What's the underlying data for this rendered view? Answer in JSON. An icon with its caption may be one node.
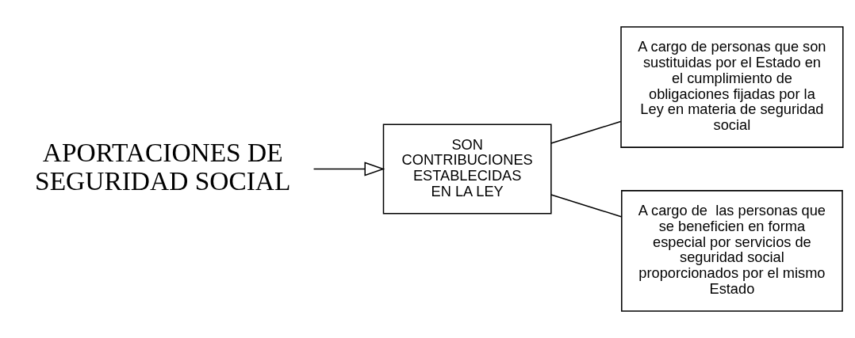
{
  "diagram": {
    "nodes": [
      {
        "text": [
          "APORTACIONES DE SEGURIDAD SOCIAL"
        ]
      },
      {
        "text": [
          "SON CONTRIBUCIONES ESTABLECIDAS EN LA LEY"
        ]
      },
      {
        "text": [
          "A cargo de personas que son sustituidas por el Estado en el cumplimiento de obligaciones fijadas por la Ley en materia de seguridad social"
        ]
      },
      {
        "text": [
          "A cargo de  las personas que se beneficien en forma especial por servicios de seguridad social proporcionados por el mismo Estado"
        ]
      }
    ],
    "edges": [
      {
        "from": 0,
        "to": 1,
        "arrow": "to"
      },
      {
        "from": 1,
        "to": 2,
        "arrow": "none"
      },
      {
        "from": 1,
        "to": 3,
        "arrow": "none"
      }
    ]
  }
}
